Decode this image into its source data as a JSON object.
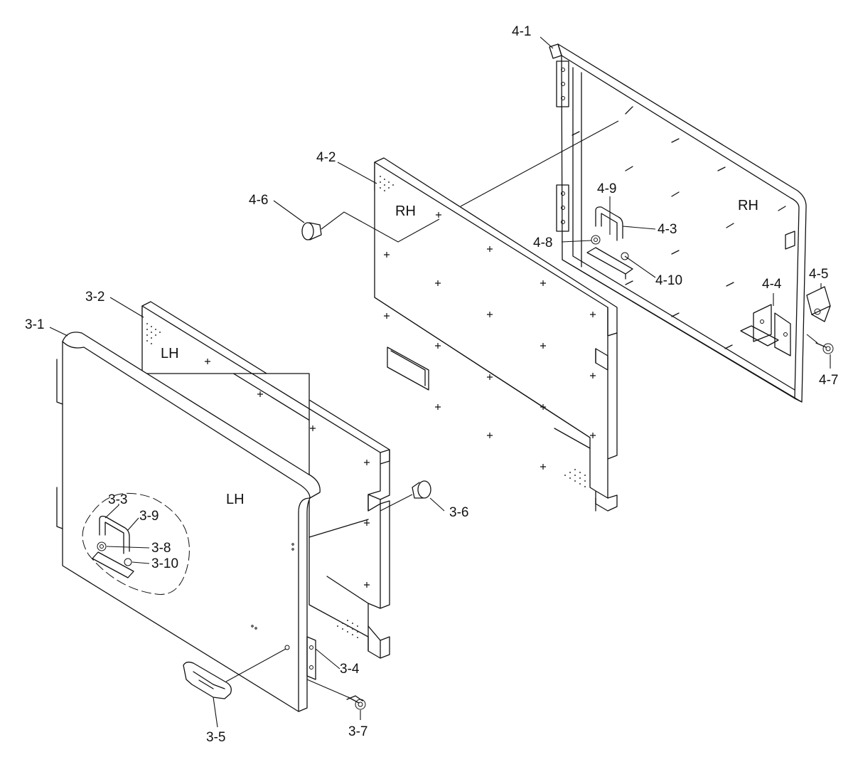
{
  "diagram": {
    "panel_labels": {
      "lh_inner": "LH",
      "lh_outer": "LH",
      "rh_inner": "RH",
      "rh_outer": "RH"
    },
    "callouts": {
      "c3_1": "3-1",
      "c3_2": "3-2",
      "c3_3": "3-3",
      "c3_4": "3-4",
      "c3_5": "3-5",
      "c3_6": "3-6",
      "c3_7": "3-7",
      "c3_8": "3-8",
      "c3_9": "3-9",
      "c3_10": "3-10",
      "c4_1": "4-1",
      "c4_2": "4-2",
      "c4_3": "4-3",
      "c4_4": "4-4",
      "c4_5": "4-5",
      "c4_6": "4-6",
      "c4_7": "4-7",
      "c4_8": "4-8",
      "c4_9": "4-9",
      "c4_10": "4-10"
    }
  }
}
